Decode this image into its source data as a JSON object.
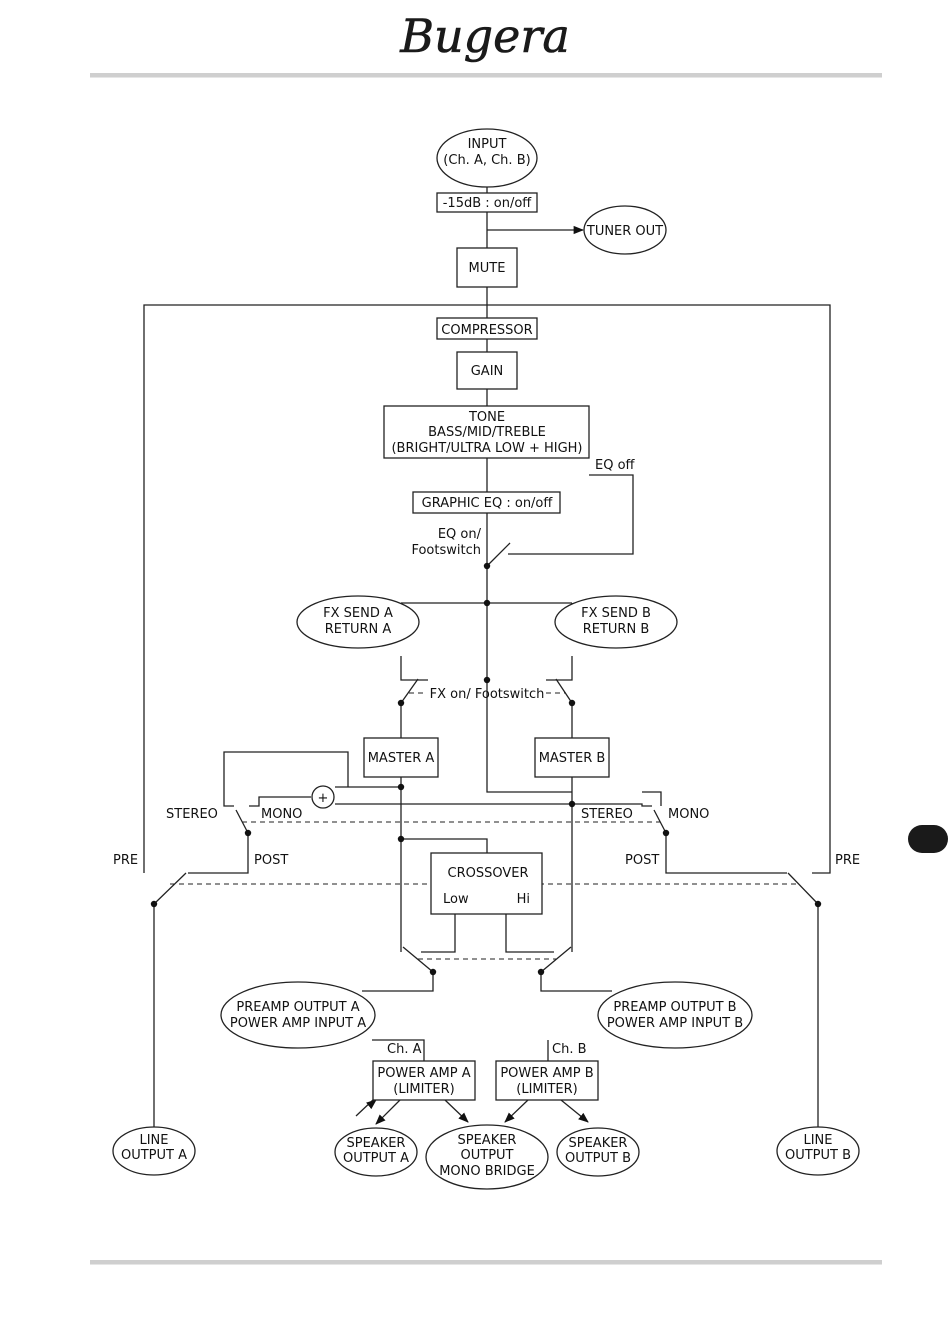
{
  "brand": {
    "logo_text": "Bugera"
  },
  "nodes": {
    "input": [
      "INPUT",
      "(Ch. A, Ch. B)"
    ],
    "pad": "-15dB : on/off",
    "tuner_out": "TUNER OUT",
    "mute": "MUTE",
    "compressor": "COMPRESSOR",
    "gain": "GAIN",
    "tone": [
      "TONE",
      "BASS/MID/TREBLE",
      "(BRIGHT/ULTRA LOW + HIGH)"
    ],
    "graphic_eq": "GRAPHIC EQ : on/off",
    "fx_a": [
      "FX SEND A",
      "RETURN A"
    ],
    "fx_b": [
      "FX SEND B",
      "RETURN B"
    ],
    "master_a": "MASTER A",
    "master_b": "MASTER B",
    "crossover": "CROSSOVER",
    "preamp_a": [
      "PREAMP OUTPUT A",
      "POWER AMP INPUT A"
    ],
    "preamp_b": [
      "PREAMP OUTPUT B",
      "POWER AMP INPUT B"
    ],
    "power_amp_a": [
      "POWER AMP A",
      "(LIMITER)"
    ],
    "power_amp_b": [
      "POWER AMP B",
      "(LIMITER)"
    ],
    "line_out_a": [
      "LINE",
      "OUTPUT A"
    ],
    "line_out_b": [
      "LINE",
      "OUTPUT B"
    ],
    "speaker_a": [
      "SPEAKER",
      "OUTPUT A"
    ],
    "speaker_b": [
      "SPEAKER",
      "OUTPUT B"
    ],
    "speaker_mono": [
      "SPEAKER",
      "OUTPUT",
      "MONO BRIDGE"
    ]
  },
  "labels": {
    "eq_off": "EQ off",
    "eq_on": [
      "EQ on/",
      "Footswitch"
    ],
    "fx_on": "FX on/ Footswitch",
    "stereo": "STEREO",
    "mono": "MONO",
    "pre": "PRE",
    "post": "POST",
    "low": "Low",
    "hi": "Hi",
    "ch_a": "Ch. A",
    "ch_b": "Ch. B",
    "plus": "+"
  }
}
